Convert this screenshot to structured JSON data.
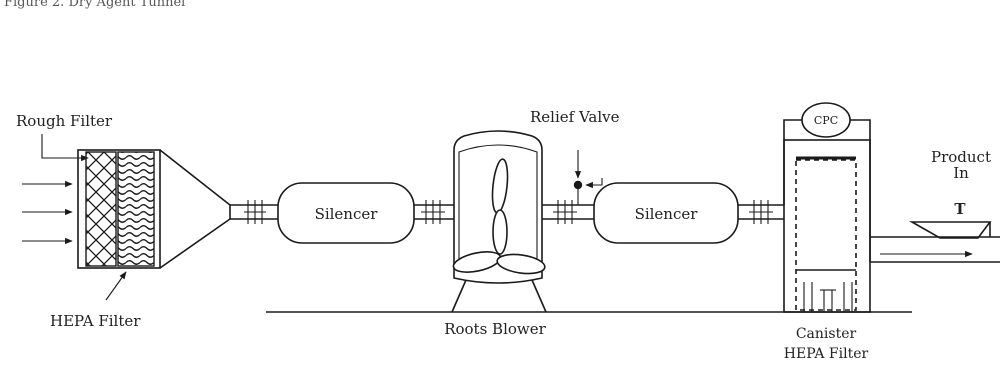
{
  "labels": {
    "header": "Figure 2. Dry Agent Tunnel",
    "rough_filter": "Rough Filter",
    "hepa_filter": "HEPA Filter",
    "silencer_left": "Silencer",
    "silencer_right": "Silencer",
    "roots_blower": "Roots Blower",
    "relief_valve": "Relief Valve",
    "cpc": "CPC",
    "product_line1": "Product",
    "product_line2": "In",
    "product_t": "T",
    "canister_line1": "Canister",
    "canister_line2": "HEPA Filter"
  }
}
